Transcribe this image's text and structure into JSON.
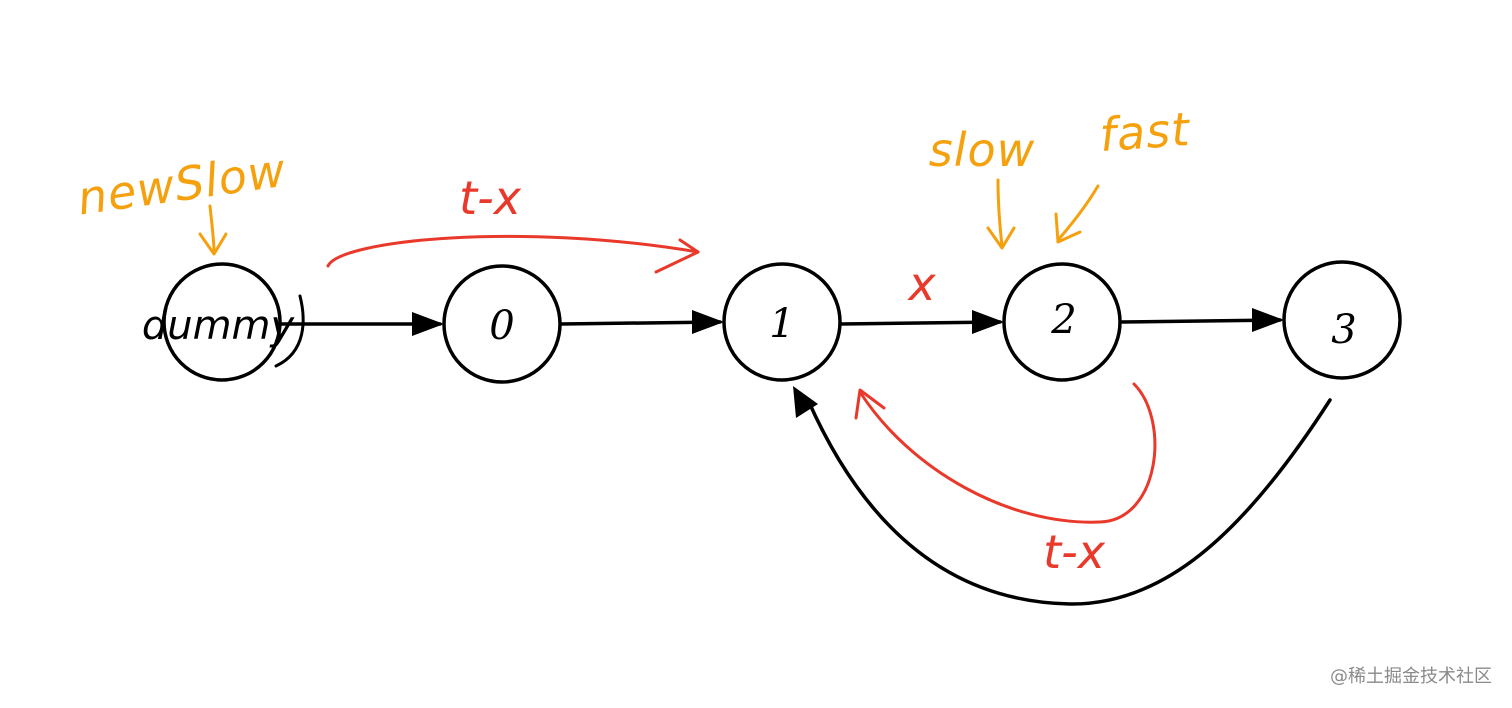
{
  "colors": {
    "black": "#000000",
    "red": "#e8392b",
    "orange": "#f5a10e",
    "watermark": "#8a8a8a"
  },
  "nodes": [
    {
      "id": "dummy",
      "label": "dummy"
    },
    {
      "id": "n0",
      "label": "0"
    },
    {
      "id": "n1",
      "label": "1"
    },
    {
      "id": "n2",
      "label": "2"
    },
    {
      "id": "n3",
      "label": "3"
    }
  ],
  "pointers": {
    "newslow": "newSlow",
    "slow": "slow",
    "fast": "fast"
  },
  "annotations": {
    "top_arc": "t-x",
    "middle": "x",
    "bottom_arc": "t-x"
  },
  "watermark": "@稀土掘金技术社区"
}
